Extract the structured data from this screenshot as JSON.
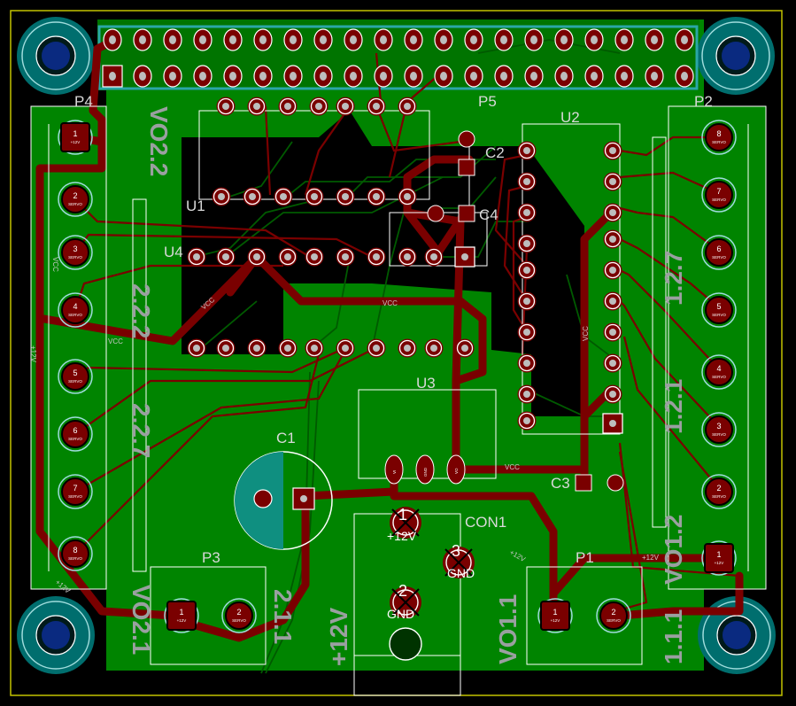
{
  "refs": {
    "P1": "P1",
    "P2": "P2",
    "P3": "P3",
    "P4": "P4",
    "P5": "P5",
    "U1": "U1",
    "U2": "U2",
    "U3": "U3",
    "U4": "U4",
    "C1": "C1",
    "C2": "C2",
    "C3": "C3",
    "C4": "C4",
    "CON1": "CON1"
  },
  "versions": {
    "left_top": "VO2.2",
    "left_mid": "2.2.2",
    "left_mid2": "2.2.7",
    "left_bottom": "VO2.1",
    "right_top": "1.2.7",
    "right_mid": "1.2.1",
    "right_mid2": "VO1.2",
    "right_bottom": "1.1.1",
    "bottom_1": "2.1.1",
    "bottom_2": "+12V",
    "bottom_3": "VO1.1"
  },
  "nets": {
    "vcc": "VCC",
    "plus12": "+12V",
    "gnd": "GND",
    "vi": "VI",
    "vo": "VO"
  },
  "pads": {
    "one": "1",
    "two": "2",
    "three": "3",
    "four": "4",
    "five": "5",
    "six": "6",
    "seven": "7",
    "eight": "8",
    "sig": "SERVO"
  },
  "con1": {
    "pin1": "1",
    "pin1_label": "+12V",
    "pin2": "2",
    "pin2_label": "GND",
    "pin3": "3",
    "pin3_label": "GND"
  },
  "colors": {
    "board": "#008400",
    "copper_back": "#7a0000",
    "copper_front": "#00a000",
    "silk": "#ffffff",
    "edge": "#c2c200",
    "hole": "#008080"
  }
}
